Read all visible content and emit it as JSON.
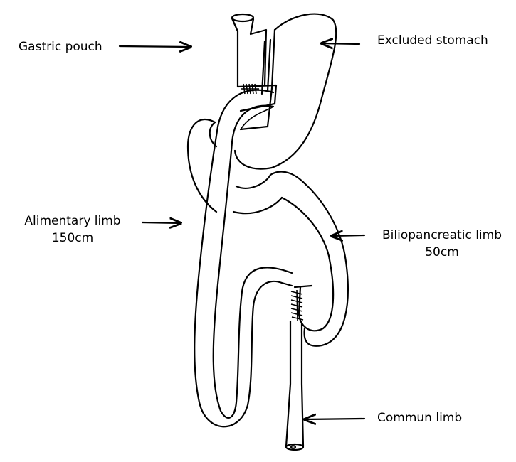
{
  "labels": {
    "gastric_pouch": "Gastric pouch",
    "excluded_stomach": "Excluded stomach",
    "alimentary_limb": "Alimentary limb",
    "alimentary_length": "150cm",
    "biliopancreatic_limb": "Biliopancreatic limb",
    "biliopancreatic_length": "50cm",
    "commun_limb": "Commun limb"
  },
  "colors": {
    "ink": "#000000",
    "background": "#ffffff"
  }
}
